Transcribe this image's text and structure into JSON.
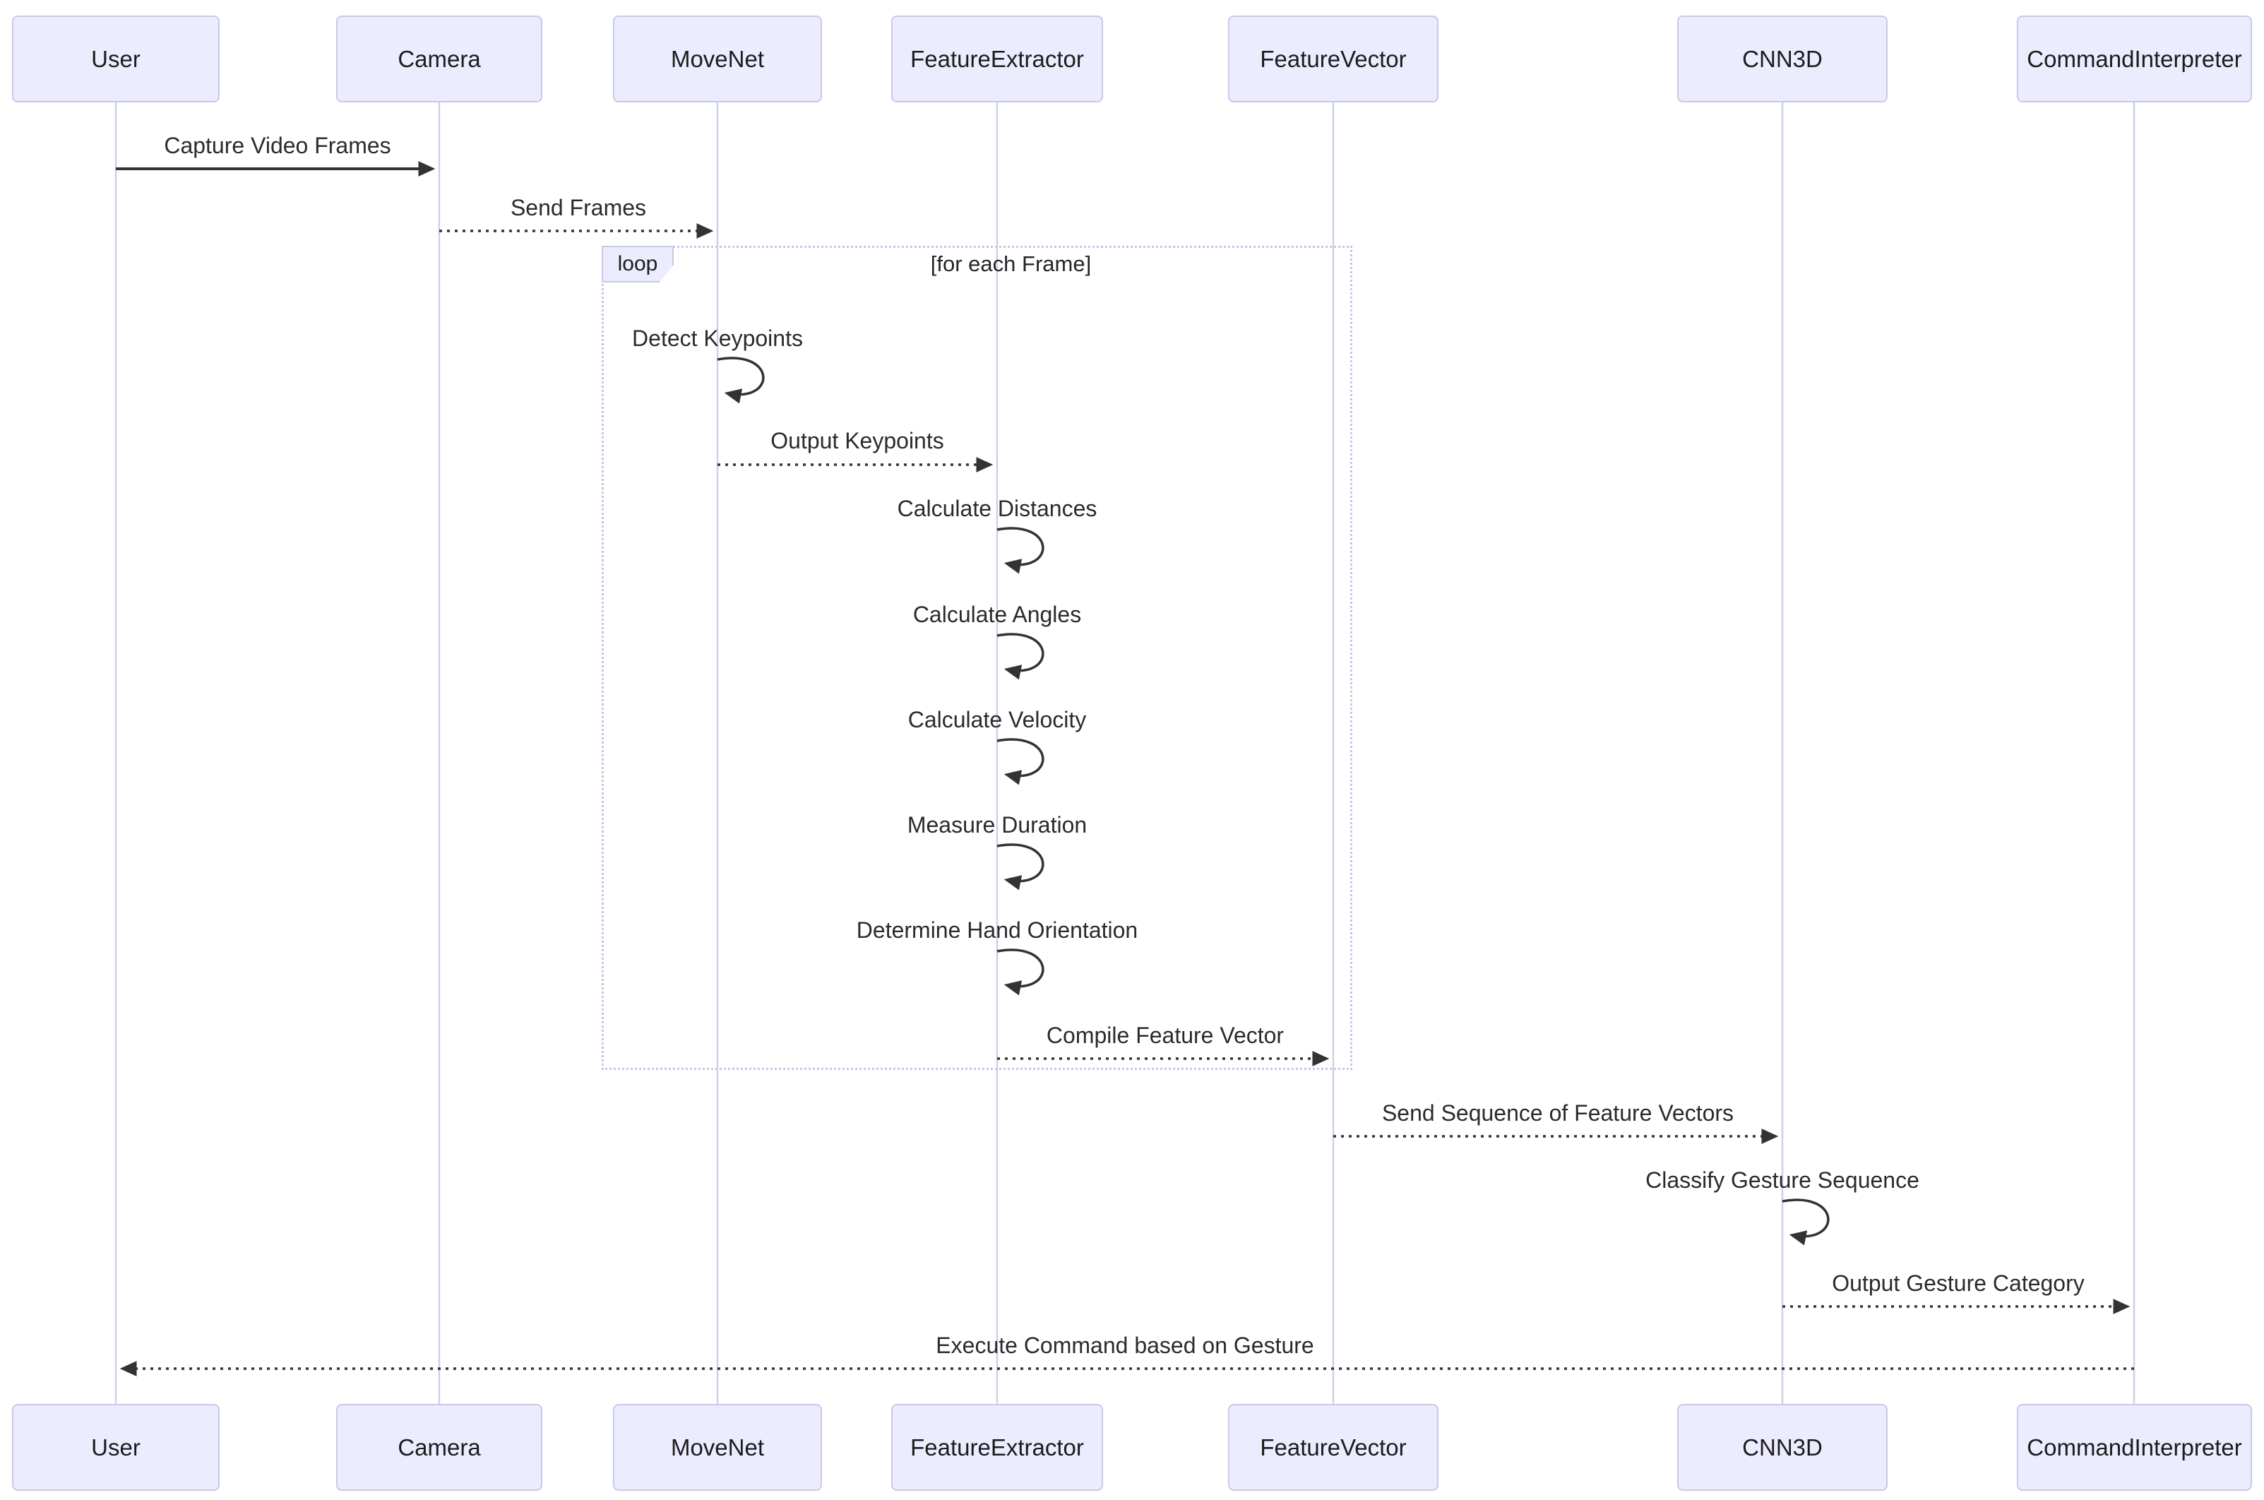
{
  "diagram": {
    "type": "sequence-diagram",
    "actors": [
      {
        "id": "user",
        "label": "User"
      },
      {
        "id": "camera",
        "label": "Camera"
      },
      {
        "id": "movenet",
        "label": "MoveNet"
      },
      {
        "id": "featureextractor",
        "label": "FeatureExtractor"
      },
      {
        "id": "featurevector",
        "label": "FeatureVector"
      },
      {
        "id": "cnn3d",
        "label": "CNN3D"
      },
      {
        "id": "commandinterpreter",
        "label": "CommandInterpreter"
      }
    ],
    "loop": {
      "label": "loop",
      "condition": "[for each Frame]"
    },
    "messages": [
      {
        "label": "Capture Video Frames",
        "from": "User",
        "to": "Camera",
        "line": "solid"
      },
      {
        "label": "Send Frames",
        "from": "Camera",
        "to": "MoveNet",
        "line": "dashed"
      },
      {
        "label": "Detect Keypoints",
        "from": "MoveNet",
        "to": "MoveNet",
        "line": "self"
      },
      {
        "label": "Output Keypoints",
        "from": "MoveNet",
        "to": "FeatureExtractor",
        "line": "dashed"
      },
      {
        "label": "Calculate Distances",
        "from": "FeatureExtractor",
        "to": "FeatureExtractor",
        "line": "self"
      },
      {
        "label": "Calculate Angles",
        "from": "FeatureExtractor",
        "to": "FeatureExtractor",
        "line": "self"
      },
      {
        "label": "Calculate Velocity",
        "from": "FeatureExtractor",
        "to": "FeatureExtractor",
        "line": "self"
      },
      {
        "label": "Measure Duration",
        "from": "FeatureExtractor",
        "to": "FeatureExtractor",
        "line": "self"
      },
      {
        "label": "Determine Hand Orientation",
        "from": "FeatureExtractor",
        "to": "FeatureExtractor",
        "line": "self"
      },
      {
        "label": "Compile Feature Vector",
        "from": "FeatureExtractor",
        "to": "FeatureVector",
        "line": "dashed"
      },
      {
        "label": "Send Sequence of Feature Vectors",
        "from": "FeatureVector",
        "to": "CNN3D",
        "line": "dashed"
      },
      {
        "label": "Classify Gesture Sequence",
        "from": "CNN3D",
        "to": "CNN3D",
        "line": "self"
      },
      {
        "label": "Output Gesture Category",
        "from": "CNN3D",
        "to": "CommandInterpreter",
        "line": "dashed"
      },
      {
        "label": "Execute Command based on Gesture",
        "from": "CommandInterpreter",
        "to": "User",
        "line": "dashed"
      }
    ],
    "colors": {
      "actor_fill": "#ECECFF",
      "actor_border": "#c9c9e8",
      "lifeline": "#cfcfe9",
      "arrow": "#333333",
      "loop_border": "#c6c6e6",
      "background": "#ffffff",
      "text": "#2b2b2b"
    }
  }
}
